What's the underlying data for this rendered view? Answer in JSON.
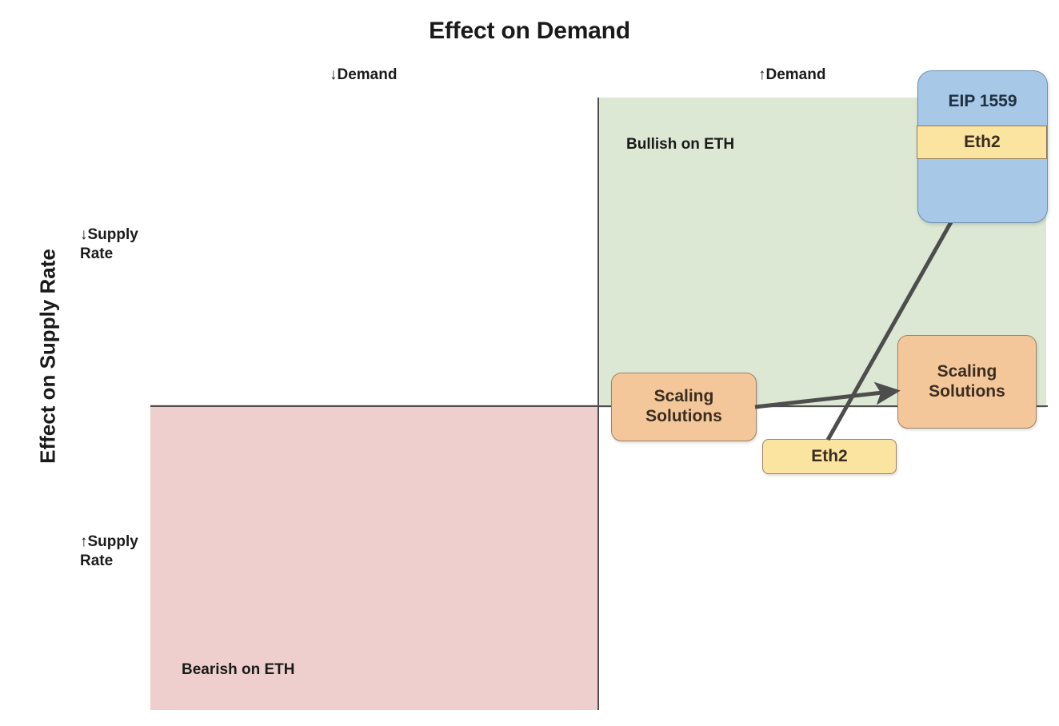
{
  "chart_data": {
    "type": "scatter",
    "title": "Effect on Demand",
    "xlabel": "Effect on Demand",
    "ylabel": "Effect on Supply Rate",
    "x_ticks": [
      "↓Demand",
      "↑Demand"
    ],
    "y_ticks": [
      "↓Supply\nRate",
      "↑Supply\nRate"
    ],
    "quadrants": [
      {
        "name": "Bullish on ETH",
        "color": "#dce8d4",
        "x": "↑Demand",
        "y": "↓Supply Rate"
      },
      {
        "name": "Bearish on ETH",
        "color": "#eecfcd",
        "x": "↓Demand",
        "y": "↑Supply Rate"
      }
    ],
    "nodes": [
      {
        "label": "Scaling\nSolutions",
        "color": "#f4c79b",
        "quadrant": "boundary-right",
        "state": "current"
      },
      {
        "label": "Scaling\nSolutions",
        "color": "#f4c79b",
        "quadrant": "boundary-right",
        "state": "future"
      },
      {
        "label": "Eth2",
        "color": "#fbe3a0",
        "quadrant": "lower-right",
        "state": "current"
      },
      {
        "label": "EIP 1559",
        "color": "#a8c8e8",
        "quadrant": "upper-right",
        "state": "future"
      },
      {
        "label": "Eth2",
        "color": "#fbe3a0",
        "quadrant": "upper-right",
        "state": "future"
      }
    ],
    "arrows": [
      {
        "from": "Scaling Solutions (current)",
        "to": "Scaling Solutions (future)"
      },
      {
        "from": "Eth2 (current)",
        "to": "Eth2 inside EIP 1559 (future)"
      }
    ],
    "legend_position": "none",
    "grid": false
  },
  "chart": {
    "title": "Effect on Demand",
    "y_axis_title": "Effect on Supply Rate",
    "ticks": {
      "demand_down": "↓Demand",
      "demand_up": "↑Demand",
      "supply_down": "↓Supply\nRate",
      "supply_up": "↑Supply\nRate"
    },
    "quadrant_labels": {
      "bullish": "Bullish on ETH",
      "bearish": "Bearish on ETH"
    },
    "nodes": {
      "scaling_left": "Scaling\nSolutions",
      "scaling_right": "Scaling\nSolutions",
      "eth2_bottom": "Eth2",
      "eip1559_title": "EIP 1559",
      "eip1559_eth2": "Eth2"
    },
    "colors": {
      "bullish_fill": "#dce8d4",
      "bearish_fill": "#eecfcd",
      "orange_node": "#f4c79b",
      "yellow_node": "#fbe3a0",
      "blue_node": "#a8c8e8",
      "axis": "#4d4d4d",
      "arrow": "#4d4d4d"
    }
  }
}
